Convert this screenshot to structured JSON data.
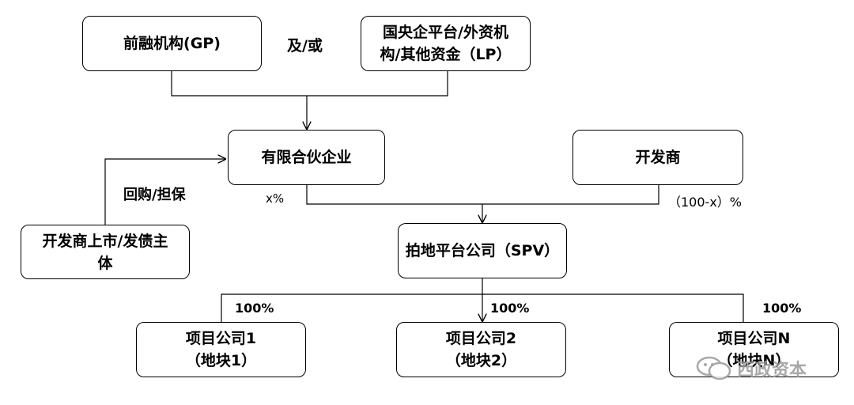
{
  "nodes": {
    "gp": "前融机构(GP)",
    "lp_line1": "国央企平台/外资机",
    "lp_line2": "构/其他资金（LP）",
    "partnership": "有限合伙企业",
    "developer": "开发商",
    "developer_listed_line1": "开发商上市/发债主",
    "developer_listed_line2": "体",
    "spv": "拍地平台公司（SPV）",
    "project1_line1": "项目公司1",
    "project1_line2": "（地块1）",
    "project2_line1": "项目公司2",
    "project2_line2": "（地块2）",
    "projectN_line1": "项目公司N",
    "projectN_line2": "（地块N）"
  },
  "labels": {
    "and_or": "及/或",
    "repurchase_guarantee": "回购/担保",
    "x_share": "x%",
    "developer_share": "（100-x）%",
    "p1_pct": "100%",
    "p2_pct": "100%",
    "pN_pct": "100%"
  },
  "watermark": {
    "text": "西政资本",
    "icon": "wechat-bubble-icon"
  }
}
